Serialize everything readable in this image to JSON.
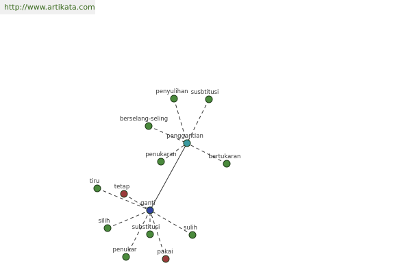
{
  "source_link": "http://www.artikata.com",
  "colors": {
    "background": "#ffffff",
    "source_bar": "#f0f0f0",
    "link": "#3a6b1e",
    "node_green": "#4a8a3c",
    "node_red": "#9a3b3b",
    "node_teal": "#3a9aa0",
    "node_blue": "#3040a0",
    "edge": "#333333"
  },
  "graph": {
    "hubs": [
      {
        "id": "ganti",
        "label": "ganti",
        "color": "#3040a0"
      },
      {
        "id": "penggantian",
        "label": "penggantian",
        "color": "#3a9aa0"
      }
    ],
    "nodes": [
      {
        "id": "penyulihan",
        "label": "penyulihan",
        "color": "#4a8a3c",
        "hub": "penggantian"
      },
      {
        "id": "susbtitusi",
        "label": "susbtitusi",
        "color": "#4a8a3c",
        "hub": "penggantian"
      },
      {
        "id": "berselang-seling",
        "label": "berselang-seling",
        "color": "#4a8a3c",
        "hub": "penggantian"
      },
      {
        "id": "penukaran",
        "label": "penukaran",
        "color": "#4a8a3c",
        "hub": "penggantian"
      },
      {
        "id": "bertukaran",
        "label": "bertukaran",
        "color": "#4a8a3c",
        "hub": "penggantian"
      },
      {
        "id": "tiru",
        "label": "tiru",
        "color": "#4a8a3c",
        "hub": "ganti"
      },
      {
        "id": "tetap",
        "label": "tetap",
        "color": "#9a3b3b",
        "hub": "ganti"
      },
      {
        "id": "silih",
        "label": "silih",
        "color": "#4a8a3c",
        "hub": "ganti"
      },
      {
        "id": "substitusi",
        "label": "substitusi",
        "color": "#4a8a3c",
        "hub": "ganti"
      },
      {
        "id": "sulih",
        "label": "sulih",
        "color": "#4a8a3c",
        "hub": "ganti"
      },
      {
        "id": "penukar",
        "label": "penukar",
        "color": "#4a8a3c",
        "hub": "ganti"
      },
      {
        "id": "pakai",
        "label": "pakai",
        "color": "#9a3b3b",
        "hub": "ganti"
      }
    ],
    "hub_link": {
      "from": "ganti",
      "to": "penggantian",
      "style": "solid"
    }
  }
}
